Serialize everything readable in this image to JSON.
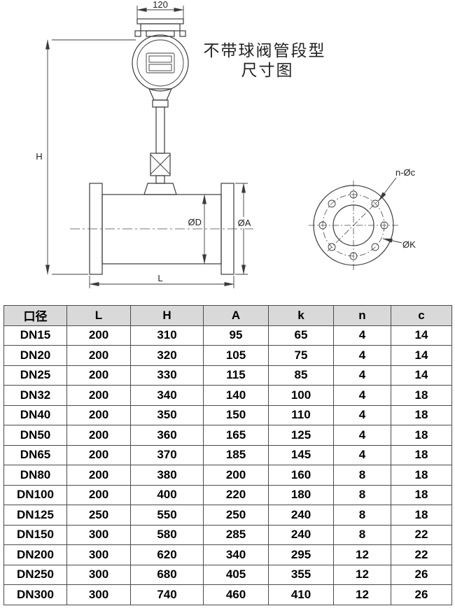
{
  "drawing": {
    "title_line1": "不带球阀管段型",
    "title_line2": "尺寸图",
    "labels": {
      "top_width": "120",
      "height": "H",
      "inner_diameter": "ØD",
      "flange_diameter": "ØA",
      "length": "L",
      "bolt_holes": "n-Øc",
      "bolt_circle": "ØK"
    }
  },
  "table": {
    "headers": [
      "口径",
      "L",
      "H",
      "A",
      "k",
      "n",
      "c"
    ],
    "rows": [
      [
        "DN15",
        "200",
        "310",
        "95",
        "65",
        "4",
        "14"
      ],
      [
        "DN20",
        "200",
        "320",
        "105",
        "75",
        "4",
        "14"
      ],
      [
        "DN25",
        "200",
        "330",
        "115",
        "85",
        "4",
        "14"
      ],
      [
        "DN32",
        "200",
        "340",
        "140",
        "100",
        "4",
        "18"
      ],
      [
        "DN40",
        "200",
        "350",
        "150",
        "110",
        "4",
        "18"
      ],
      [
        "DN50",
        "200",
        "360",
        "165",
        "125",
        "4",
        "18"
      ],
      [
        "DN65",
        "200",
        "370",
        "185",
        "145",
        "4",
        "18"
      ],
      [
        "DN80",
        "200",
        "380",
        "200",
        "160",
        "8",
        "18"
      ],
      [
        "DN100",
        "200",
        "400",
        "220",
        "180",
        "8",
        "18"
      ],
      [
        "DN125",
        "250",
        "550",
        "250",
        "240",
        "8",
        "18"
      ],
      [
        "DN150",
        "300",
        "580",
        "285",
        "240",
        "8",
        "22"
      ],
      [
        "DN200",
        "300",
        "620",
        "340",
        "295",
        "12",
        "22"
      ],
      [
        "DN250",
        "300",
        "680",
        "405",
        "355",
        "12",
        "26"
      ],
      [
        "DN300",
        "300",
        "740",
        "460",
        "410",
        "12",
        "26"
      ]
    ]
  }
}
